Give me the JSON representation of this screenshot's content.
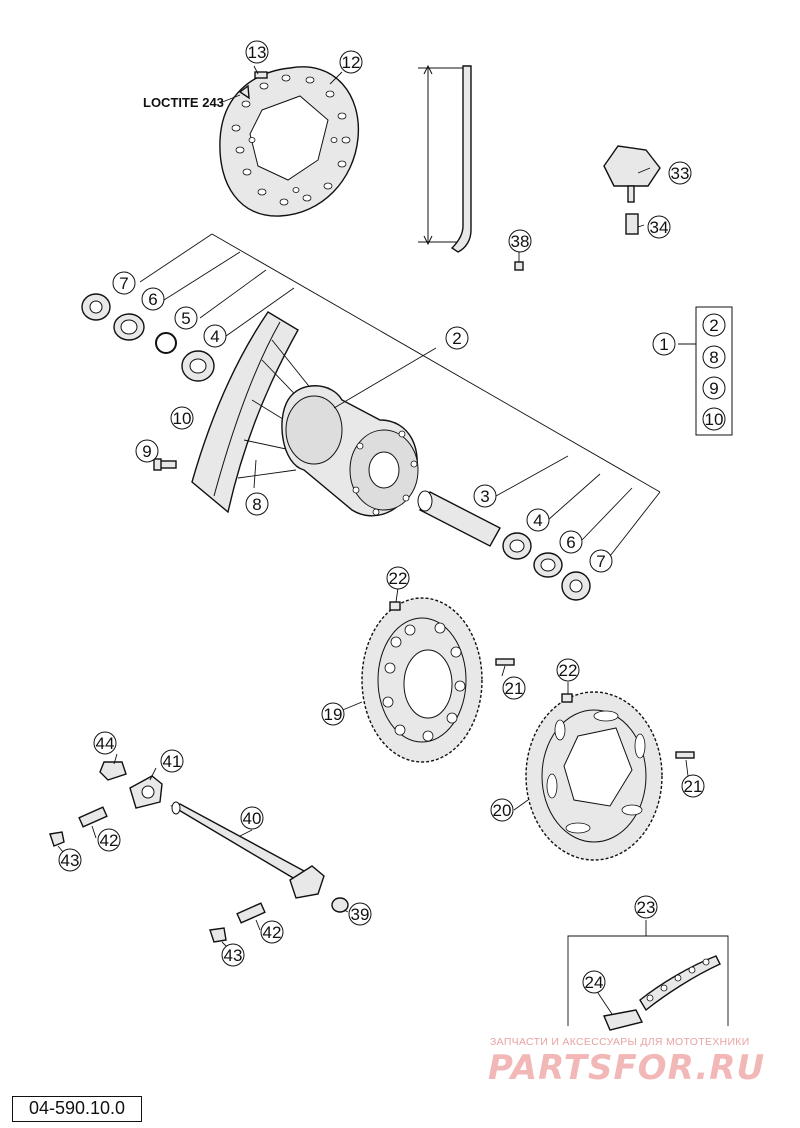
{
  "diagram_code": "04-590.10.0",
  "loctite_label": "LOCTITE 243",
  "callouts": {
    "c1": "1",
    "c2": "2",
    "c3": "3",
    "c4": "4",
    "c5": "5",
    "c6": "6",
    "c7": "7",
    "c8": "8",
    "c9": "9",
    "c10": "10",
    "c12": "12",
    "c13": "13",
    "c19": "19",
    "c20": "20",
    "c21": "21",
    "c22": "22",
    "c23": "23",
    "c24": "24",
    "c33": "33",
    "c34": "34",
    "c38": "38",
    "c39": "39",
    "c40": "40",
    "c41": "41",
    "c42": "42",
    "c43": "43",
    "c44": "44"
  },
  "kit_box": {
    "items": [
      "2",
      "8",
      "9",
      "10"
    ]
  },
  "watermark": {
    "tagline": "ЗАПЧАСТИ И АКСЕССУАРЫ ДЛЯ МОТОТЕХНИКИ",
    "logo": "PARTSFOR.RU"
  }
}
